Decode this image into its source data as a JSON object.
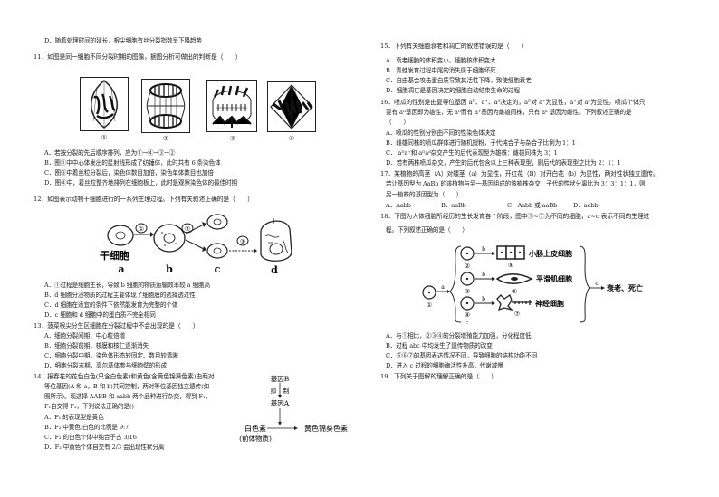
{
  "left_column": {
    "q10_tail": {
      "option_d": "D．随着处理时间的延长，根尖细胞有丝分裂指数呈下降趋势"
    },
    "q11": {
      "stem": "11．如图是同一细胞不同分裂时期的图像，据图分析可做出的判断是（　　）",
      "figure_labels": [
        "①",
        "②",
        "③",
        "④"
      ],
      "options": [
        "A．若按分裂的先后顺序排列，应为①→④→③→②",
        "B．图①中中心体发出的星射线形成了纺锤体，此时共有 6 条染色体",
        "C．图③中着丝粒分裂后，染色体数目加倍，染色单体数目也加倍",
        "D．图④中，着丝粒整齐地排列在细胞板上，此时是观察染色体的最佳时期"
      ]
    },
    "q12": {
      "stem": "12．如图表示动物干细胞进行的一系列生理过程。下列有关叙述正确的是（　　）",
      "figure": {
        "stem_cell_label": "干细胞",
        "stage_labels": [
          "a",
          "b",
          "c",
          "d"
        ],
        "process_labels": [
          "①",
          "②",
          "③"
        ]
      },
      "options": [
        "A．①过程是细胞生长，导致 b 细胞的物质运输效率较 a 细胞高",
        "B．d 细胞分泌物质的过程主要体现了细胞膜的选择透过性",
        "C．d 细胞在适宜的条件下依然能发育为完整的个体",
        "D．c 细胞和 d 细胞中的蛋白质不完全相同"
      ]
    },
    "q13": {
      "stem": "13．菠菜根尖分生区细胞在分裂过程中不会出现的是（　　）",
      "options": [
        "A．细胞分裂间期，中心粒倍增",
        "B．细胞分裂前期，核膜和核仁逐渐消失",
        "C．细胞分裂中期，染色体形态较固定、数目较清晰",
        "D．细胞分裂末期，高尔基体参与细胞壁的形成"
      ]
    },
    "q14": {
      "stem_lines": [
        "14．报春花的花色白色(只含白色素)和黄色(含黄色锦葵色素)由两对",
        "等位基因(A 和 a，B 和 b)共同控制，两对等位基因独立遗传(如",
        "图所示)。现选择 AABB 和 aabb 两个品种进行杂交，得到 F₁，",
        "F₁自交得 F₂，下列说法正确的是()"
      ],
      "options": [
        "A．F₁ 的表现型是黄色",
        "B．F₂ 中黄色:白色的比例是 9:7",
        "C．F₂ 的白色个体中纯合子占 3/16",
        "D．F₂ 中黄色个体自交有 2/3 会出现性状分离"
      ],
      "figure": {
        "gene_b": "基因B",
        "inhibit_1": "抑",
        "inhibit_2": "制",
        "gene_a": "基因A",
        "white": "白色素",
        "precursor": "(前体物质)",
        "yellow": "黄色锦葵色素"
      }
    }
  },
  "right_column": {
    "q15": {
      "stem": "15．下列有关细胞衰老和凋亡的叙述错误的是（　　）",
      "options": [
        "A．衰老细胞的体积变小，细胞核体积变大",
        "B．青蛙发育过程中尾的消失属于细胞坏死",
        "C．自由基会攻击蛋白质导致其活性下降，致使细胞衰老",
        "D．细胞凋亡是基因决定的细胞自动结束生命的过程"
      ]
    },
    "q16": {
      "stem_lines": [
        "16．喷瓜的性别是由复等位基因 aᴰ、a⁺、aᵈ决定的，aᴰ对 a⁺为显性，a⁺对 aᵈ为显性。喷瓜个体只",
        "要有 aᴰ基因即为雄性，无 aᴰ而有 a⁺基因为雌雄同株，只有 aᵈ 基因为雌性。下列叙述正确的是",
        "（　　）"
      ],
      "options": [
        "A．喷瓜的性别分别由不同的性染色体决定",
        "B．雌雄同株的喷瓜群体进行随机授粉，子代纯合子与杂合子比例为 1：1",
        "C． aᴰa⁺和 aᴰaᵈ杂交产生的后代表现型为雄株：雌雄同株为 3：1",
        "D．若有两株喷瓜杂交，产生的后代包含以上三种表现型，则后代的表现型之比为 2：1：1"
      ]
    },
    "q17": {
      "stem_lines": [
        "17．某植物的高茎（A）对矮茎（a）为显性，开红花（B）对开白花（b）为显性，两对性状独立遗传。",
        "若让基因型为 AaBb 的该植物与另一基因组成的该植株杂交，子代的性状分离比为 3：3：1：1，则",
        "另一植株的基因型为（　　）"
      ],
      "options": [
        "A．Aabb",
        "B．aaBb",
        "C．Aabb 或 aaBb",
        "D．aabb"
      ]
    },
    "q18": {
      "stem_lines": [
        "18．下图为人体细胞所经历的生长发育各个阶段，图中①~⑦为不同的细胞，a~c 表示不同的生理过",
        "程。下列叙述正确的是（　　）"
      ],
      "figure": {
        "cell_labels": [
          "①",
          "②",
          "③",
          "④",
          "⑤",
          "⑥",
          "⑦"
        ],
        "process_a": "a",
        "process_b": "b",
        "process_c": "c",
        "type_5": "小肠上皮细胞",
        "type_6": "平滑肌细胞",
        "type_7": "神经细胞",
        "outcome": "衰老、死亡",
        "ellipsis": "⋮"
      },
      "options": [
        "A．与①相比，②③④的分裂增殖能力加强，分化程度低",
        "B．过程 abc 中均发生了遗传物质的改变",
        "C．⑤⑥⑦的基因表达情况不同，导致细胞的结构功能不同",
        "D．进入 c 过程的细胞酶活性升高，代谢减慢"
      ]
    },
    "q19": {
      "stem": "19．下列关于图解的理解正确的是（　　）"
    }
  }
}
